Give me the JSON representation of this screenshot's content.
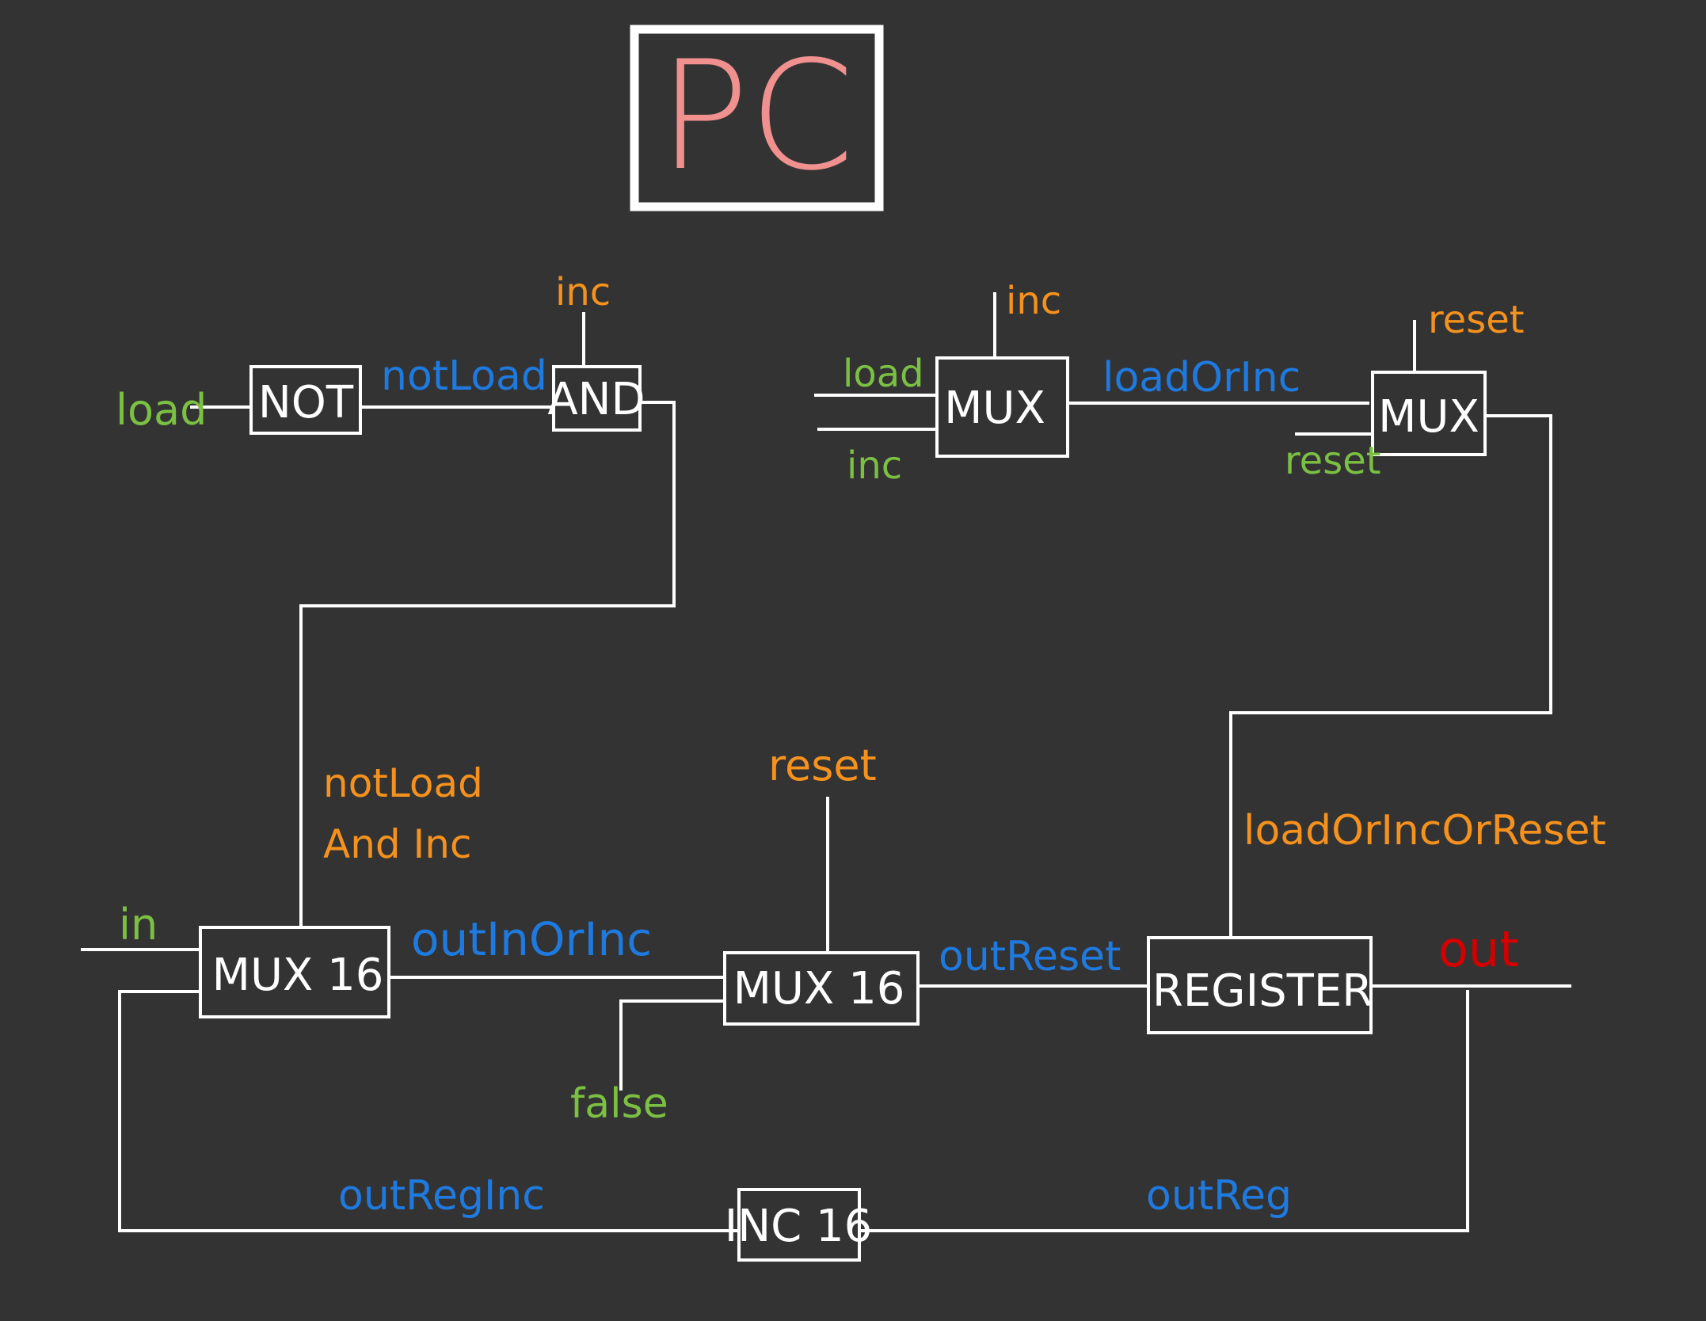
{
  "title": {
    "text": "PC",
    "color": "#f0908f"
  },
  "colors": {
    "background": "#333333",
    "wire": "#ffffff",
    "input_signal": "#7bc043",
    "control_signal": "#f5921e",
    "internal_signal": "#1f7ae0",
    "output_signal": "#d40000"
  },
  "blocks": {
    "not": "NOT",
    "and": "AND",
    "mux_top": "MUX",
    "mux_reset": "MUX",
    "mux16_a": "MUX 16",
    "mux16_b": "MUX 16",
    "register": "REGISTER",
    "inc16": "INC 16"
  },
  "labels": {
    "load_1": "load",
    "notload_wire": "notLoad",
    "inc_and": "inc",
    "inc_mux": "inc",
    "load_2": "load",
    "inc_2": "inc",
    "loadorinc": "loadOrInc",
    "reset_mux": "reset",
    "reset_2": "reset",
    "notload_and_inc_1": "notLoad",
    "notload_and_inc_2": "And Inc",
    "in": "in",
    "outinorinc": "outInOrInc",
    "reset_mux16": "reset",
    "false": "false",
    "outreset": "outReset",
    "loadorincorreset": "loadOrIncOrReset",
    "out": "out",
    "outreginc": "outRegInc",
    "outreg": "outReg"
  }
}
